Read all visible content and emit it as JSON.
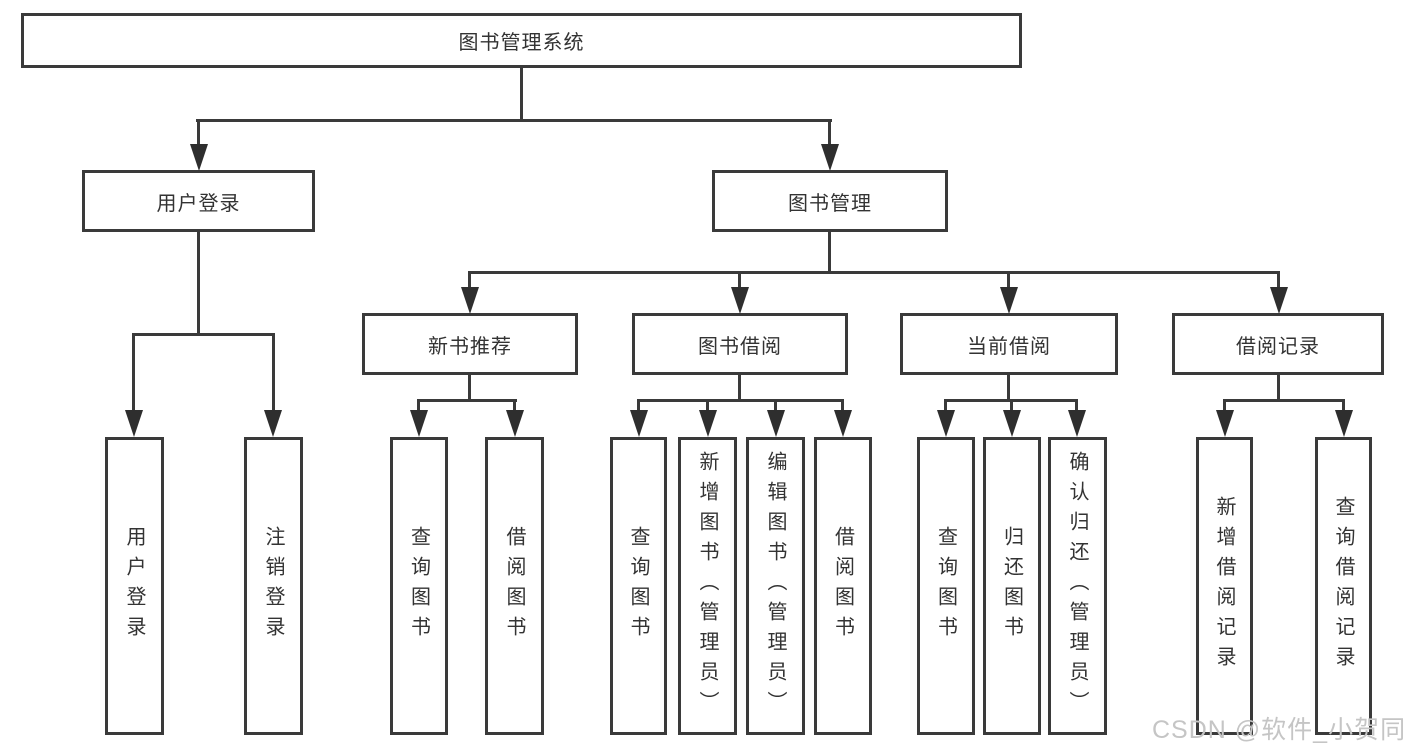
{
  "colors": {
    "line": "#3a3a3a",
    "box_border": "#3a3a3a",
    "text": "#333333",
    "background": "#ffffff",
    "watermark_text": "#c5c5c5"
  },
  "tree": {
    "root": "图书管理系统",
    "branches": [
      {
        "label": "用户登录",
        "children": [
          "用户登录",
          "注销登录"
        ]
      },
      {
        "label": "图书管理",
        "sections": [
          {
            "label": "新书推荐",
            "children": [
              "查询图书",
              "借阅图书"
            ]
          },
          {
            "label": "图书借阅",
            "children": [
              "查询图书",
              "新增图书（管理员）",
              "编辑图书（管理员）",
              "借阅图书"
            ]
          },
          {
            "label": "当前借阅",
            "children": [
              "查询图书",
              "归还图书",
              "确认归还（管理员）"
            ]
          },
          {
            "label": "借阅记录",
            "children": [
              "新增借阅记录",
              "查询借阅记录"
            ]
          }
        ]
      }
    ]
  },
  "watermark": "CSDN @软件_小贺同学"
}
